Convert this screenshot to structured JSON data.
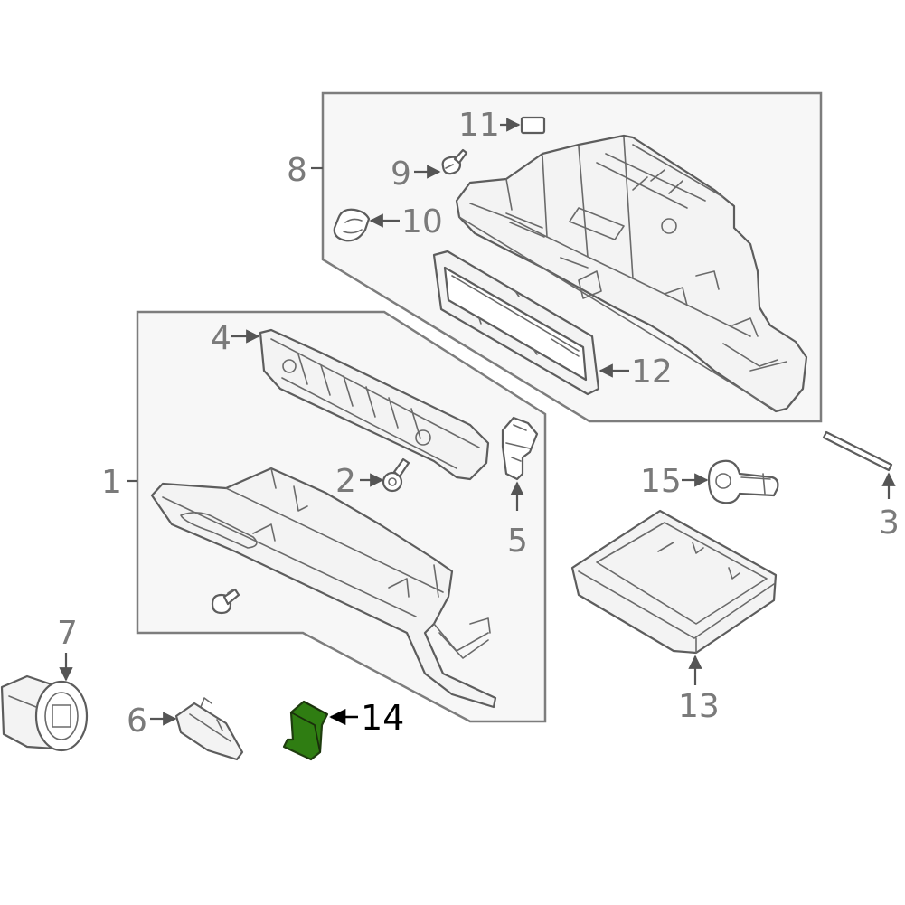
{
  "callouts": [
    {
      "id": "1",
      "text": "1"
    },
    {
      "id": "2",
      "text": "2"
    },
    {
      "id": "3",
      "text": "3"
    },
    {
      "id": "4",
      "text": "4"
    },
    {
      "id": "5",
      "text": "5"
    },
    {
      "id": "6",
      "text": "6"
    },
    {
      "id": "7",
      "text": "7"
    },
    {
      "id": "8",
      "text": "8"
    },
    {
      "id": "9",
      "text": "9"
    },
    {
      "id": "10",
      "text": "10"
    },
    {
      "id": "11",
      "text": "11"
    },
    {
      "id": "12",
      "text": "12"
    },
    {
      "id": "13",
      "text": "13"
    },
    {
      "id": "14",
      "text": "14"
    },
    {
      "id": "15",
      "text": "15"
    }
  ],
  "colors": {
    "highlight_part": "#2f7d12",
    "line_art": "#5d5d5d",
    "group_box_fill": "#f7f7f7",
    "group_box_border": "#7d7d7d",
    "label_text": "#7a7a7a",
    "highlight_label_text": "#000000"
  }
}
